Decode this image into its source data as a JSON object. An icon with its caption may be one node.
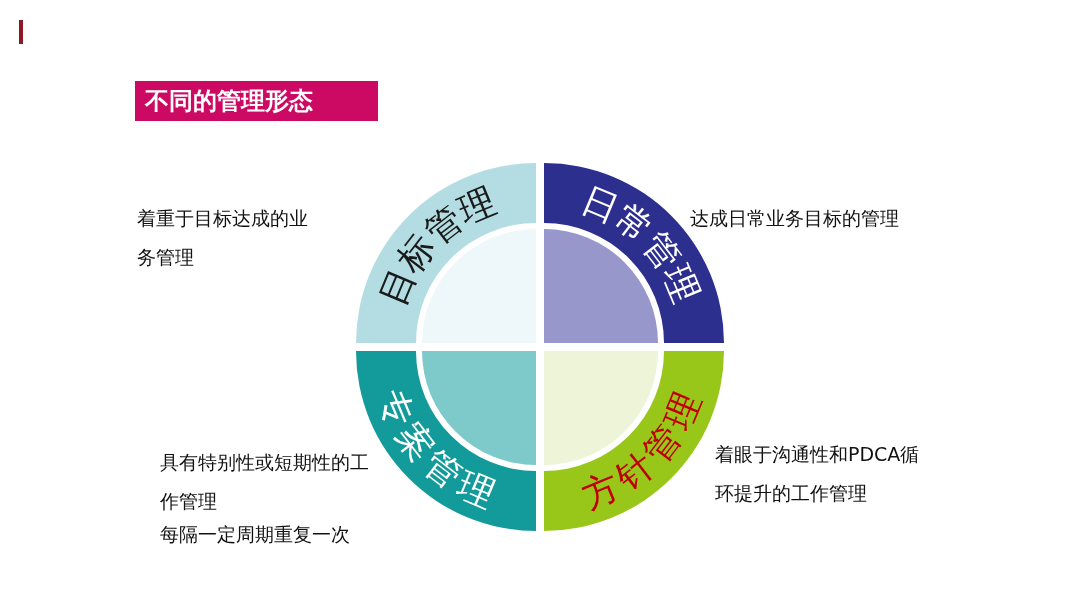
{
  "diagram": {
    "title": "不同的管理形态",
    "nodes": [
      {
        "text": [
          "目标管理"
        ],
        "beside": [
          "着重于目标达成的业务管理"
        ]
      },
      {
        "text": [
          "日常管理"
        ],
        "beside": [
          "达成日常业务目标的管理"
        ]
      },
      {
        "text": [
          "专案管理"
        ],
        "beside": [
          "具有特别性或短期性的工作管理",
          "每隔一定周期重复一次"
        ]
      },
      {
        "text": [
          "方针管理"
        ],
        "beside": [
          "着眼于沟通性和PDCA循环提升的工作管理"
        ]
      }
    ]
  }
}
